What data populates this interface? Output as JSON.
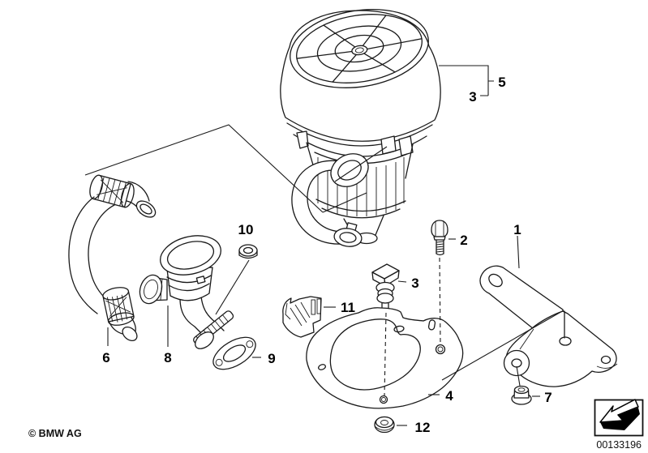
{
  "page": {
    "background_color": "#ffffff",
    "line_color": "#1a1a1a"
  },
  "callouts": {
    "air_pump_assembly": "5",
    "air_pump": "3",
    "hex_bolt": "2",
    "bracket": "1",
    "cap_nut": "10",
    "rubber_mount": "3",
    "retaining_clip": "11",
    "gasket": "9",
    "hose": "6",
    "air_valve": "8",
    "support_plate": "4",
    "hex_nut": "7",
    "flange_nut": "12"
  },
  "footer": {
    "copyright": "© BMW AG",
    "document_number": "00133196"
  },
  "icons": {
    "logo": "arrow-down-left-icon"
  }
}
